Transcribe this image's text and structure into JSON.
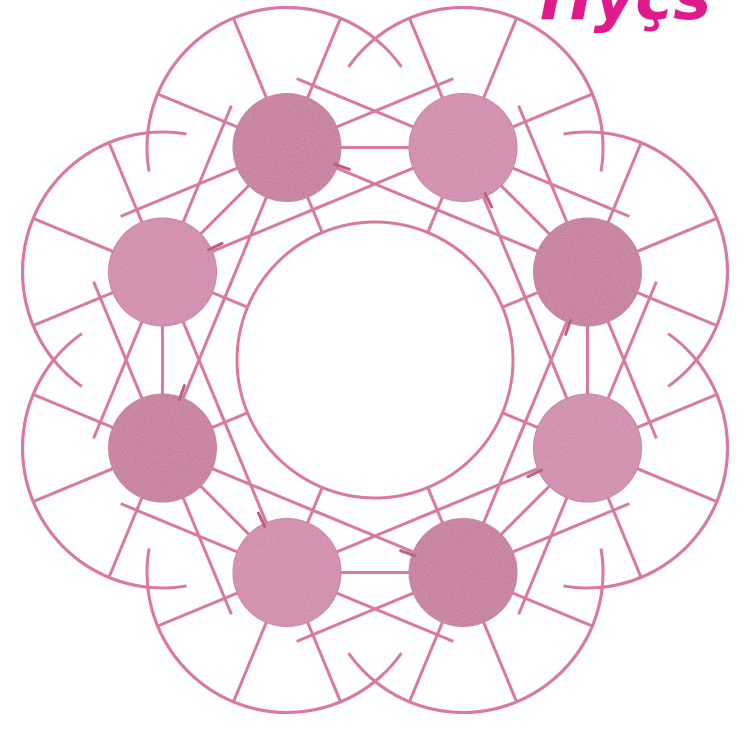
{
  "header": {
    "title_fragment": "Пyçs"
  },
  "colors": {
    "line": "#d9799f",
    "fruit": "#ba5e8a",
    "fruit_light": "#c875a0",
    "title": "#e0198c",
    "background": "#ffffff"
  },
  "diagram": {
    "petal_count": 8,
    "center_circle": "empty",
    "fruit_count": 8
  },
  "icons": {
    "fruit": "apple-icon",
    "center": "empty-plate-icon"
  }
}
